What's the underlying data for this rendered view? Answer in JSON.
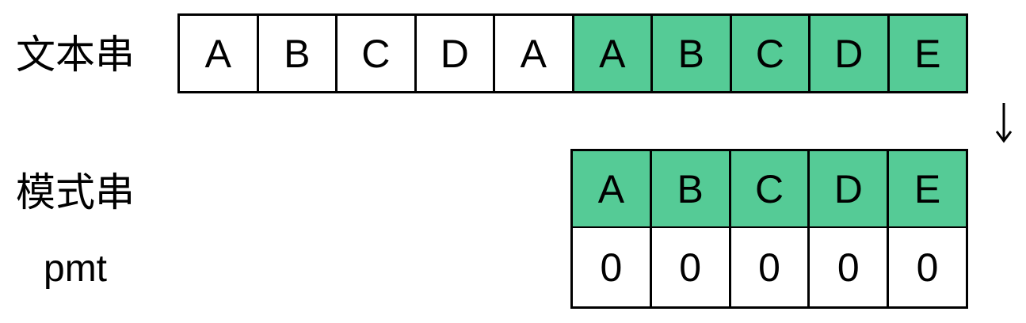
{
  "labels": {
    "text": "文本串",
    "pattern": "模式串",
    "pmt": "pmt"
  },
  "text_string": {
    "chars": [
      "A",
      "B",
      "C",
      "D",
      "A",
      "A",
      "B",
      "C",
      "D",
      "E"
    ],
    "highlighted": [
      false,
      false,
      false,
      false,
      false,
      true,
      true,
      true,
      true,
      true
    ]
  },
  "pattern_string": {
    "chars": [
      "A",
      "B",
      "C",
      "D",
      "E"
    ],
    "highlighted": [
      true,
      true,
      true,
      true,
      true
    ]
  },
  "pmt": {
    "values": [
      "0",
      "0",
      "0",
      "0",
      "0"
    ]
  },
  "colors": {
    "highlight": "#55cb96",
    "border": "#000000"
  },
  "arrow": {
    "icon": "arrow-down-icon"
  }
}
